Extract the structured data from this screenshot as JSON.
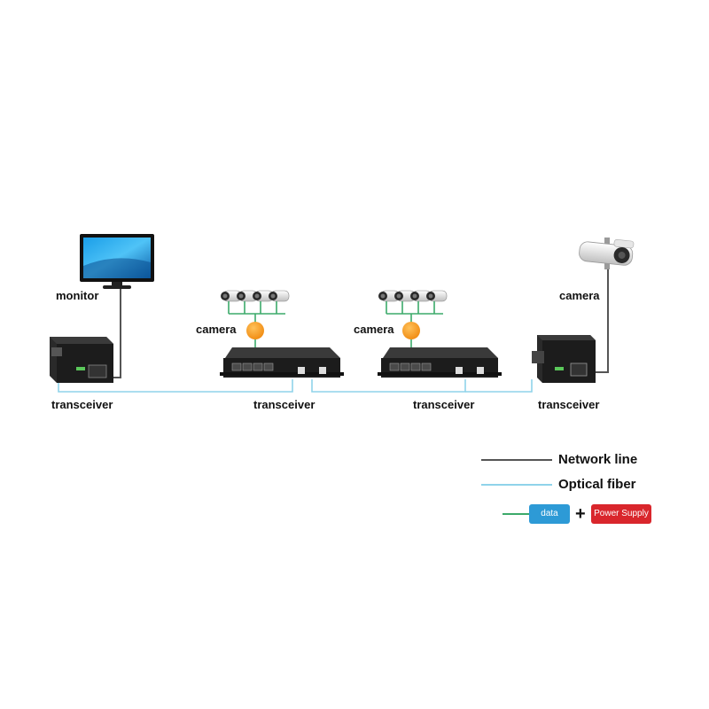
{
  "labels": {
    "monitor": "monitor",
    "camera_left": "camera",
    "camera_mid": "camera",
    "camera_right": "camera",
    "transceiver_1": "transceiver",
    "transceiver_2": "transceiver",
    "transceiver_3": "transceiver",
    "transceiver_4": "transceiver"
  },
  "legend": {
    "network_line": "Network line",
    "optical_fiber": "Optical fiber",
    "data": "data",
    "plus": "+",
    "power_supply": "Power Supply"
  },
  "colors": {
    "network_line": "#555555",
    "optical_fiber": "#8fd3ea",
    "data_link": "#3caa6a",
    "data_badge": "#2d9ad6",
    "power_badge": "#d9262c",
    "power_node": "#f4931e",
    "device_body": "#1c1c1c"
  },
  "icons": {
    "monitor": "monitor-icon",
    "camera": "bullet-camera-icon",
    "device": "fiber-switch-icon"
  }
}
